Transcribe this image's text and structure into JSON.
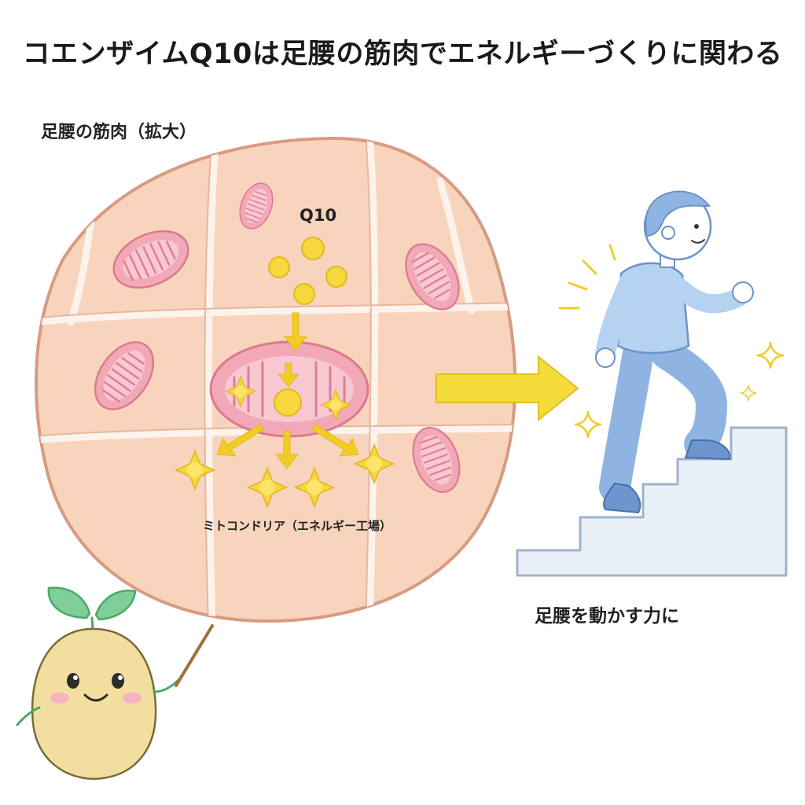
{
  "title": "コエンザイムQ10は足腰の筋肉でエネルギーづくりに関わる",
  "labels": {
    "muscle": "足腰の筋肉（拡大）",
    "q10": "Q10",
    "mitochondria": "ミトコンドリア（エネルギー工場）",
    "movement": "足腰を動かす力に"
  },
  "colors": {
    "muscle_fill": "#f7cfb4",
    "mitochondria": "#f1a7b4",
    "q10_yellow": "#f6d73c",
    "arrow_yellow": "#f6dc3a",
    "person_blue": "#a8c8ec",
    "sprout_green": "#6cc58c"
  }
}
